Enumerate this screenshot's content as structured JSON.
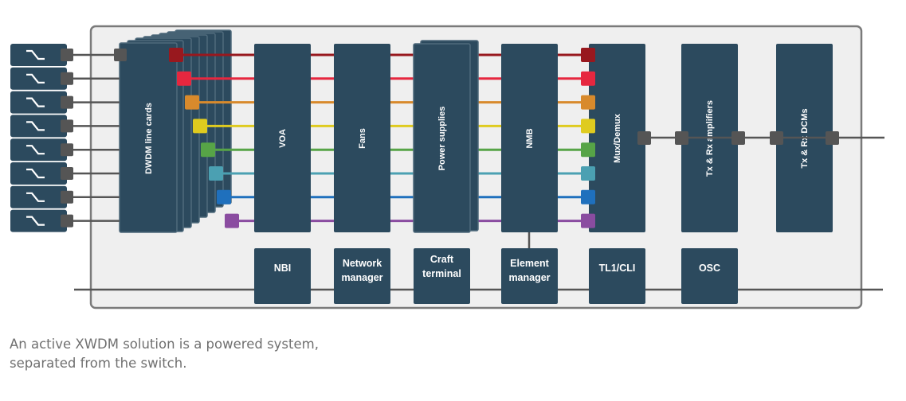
{
  "blocks": {
    "dwdm_line_cards": "DWDM line cards",
    "voa": "VOA",
    "fans": "Fans",
    "power_supplies": "Power supplies",
    "nmb": "NMB",
    "mux_demux": "Mux/Demux",
    "amplifiers": "Tx & Rx amplifiers",
    "dcms": "Tx & Rx DCMs"
  },
  "management": {
    "nbi": "NBI",
    "network_manager": [
      "Network",
      "manager"
    ],
    "craft_terminal": [
      "Craft",
      "terminal"
    ],
    "element_manager": [
      "Element",
      "manager"
    ],
    "tl1_cli": "TL1/CLI",
    "osc": "OSC"
  },
  "channel_colors": [
    "#98181e",
    "#e6273f",
    "#d88a2c",
    "#dfcb1f",
    "#57a447",
    "#4ba0b2",
    "#1f70bd",
    "#8a4ca0"
  ],
  "colors": {
    "block": "#2c4a5e",
    "block_edge": "#4f6a7c",
    "chassis_fill": "#efefef",
    "chassis_border": "#7a7a7a",
    "port": "#555555"
  },
  "caption": "An active XWDM solution is a powered system, separated from the switch."
}
